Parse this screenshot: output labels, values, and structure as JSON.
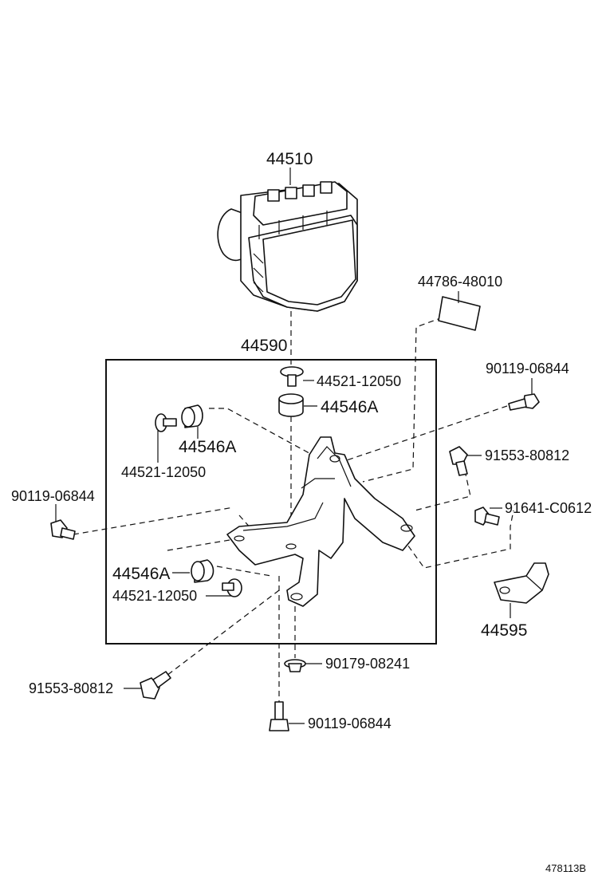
{
  "labels": {
    "actuator": "44510",
    "bracket_assy": "44590",
    "label_plate": "44786-48010",
    "grommet_bolt_top": "44521-12050",
    "cushion_top": "44546A",
    "bolt_right_top": "90119-06844",
    "cushion_left": "44546A",
    "grommet_bolt_left": "44521-12050",
    "bolt_right_mid": "91553-80812",
    "bolt_left": "90119-06844",
    "bolt_right_lower": "91641-C0612",
    "cushion_lower": "44546A",
    "grommet_bolt_lower": "44521-12050",
    "sub_bracket": "44595",
    "nut_bottom": "90179-08241",
    "bolt_lower_left": "91553-80812",
    "bolt_bottom": "90119-06844"
  },
  "figure_id": "478113B"
}
